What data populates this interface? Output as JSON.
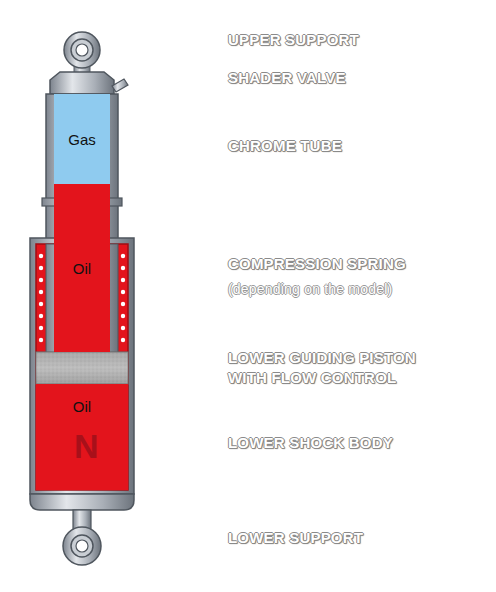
{
  "diagram": {
    "nodes": [
      {
        "text": [
          "Gas"
        ]
      },
      {
        "text": [
          "Oil"
        ]
      },
      {
        "text": [
          "Oil"
        ]
      }
    ],
    "labels": [
      "UPPER SUPPORT",
      "SHADER VALVE",
      "CHROME TUBE",
      "COMPRESSION SPRING",
      "(depending on the model)",
      "LOWER GUIDING PISTON WITH FLOW CONTROL",
      "LOWER SHOCK BODY",
      "LOWER SUPPORT",
      "N"
    ]
  }
}
